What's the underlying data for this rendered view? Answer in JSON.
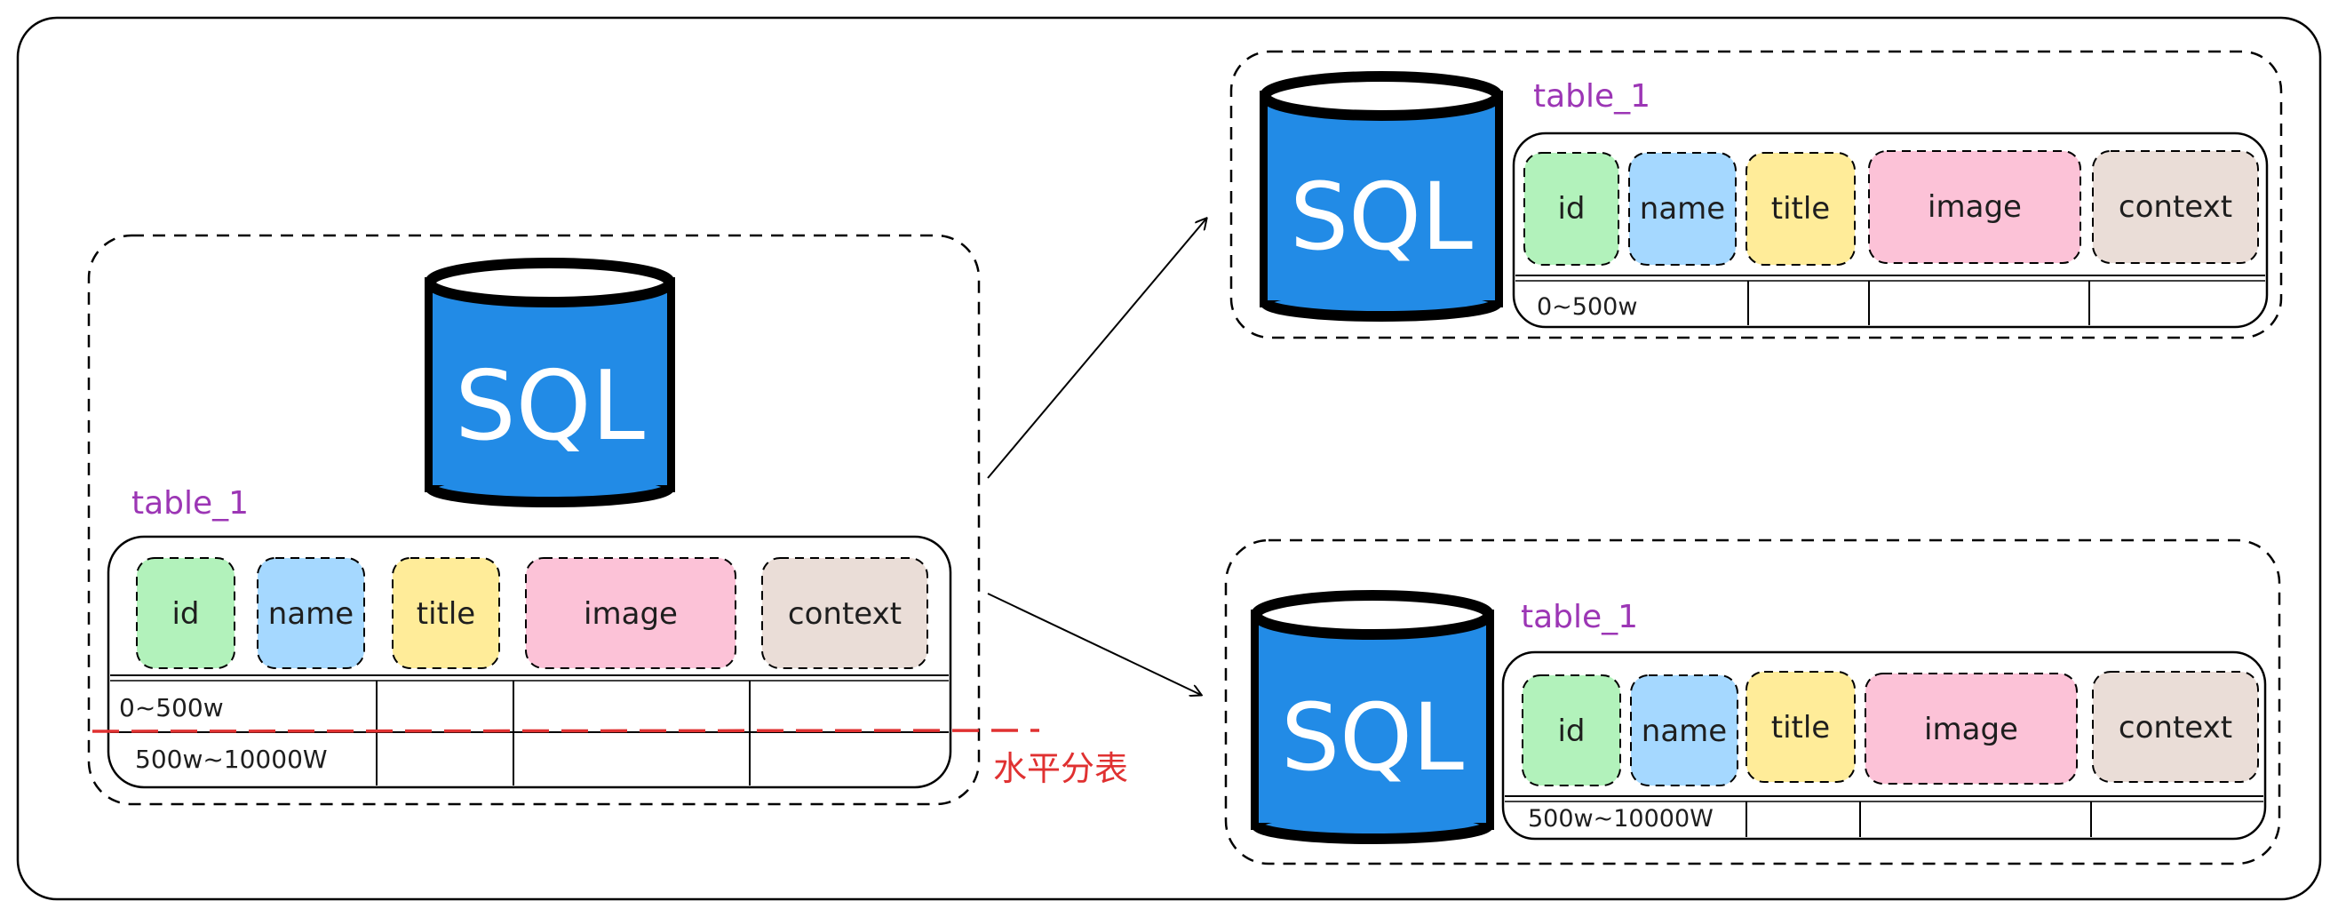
{
  "colors": {
    "db_fill": "#228be6",
    "db_stroke": "#000000",
    "table_label": "#9c36b5",
    "split_line": "#e03131",
    "col_id": "#b2f2bb",
    "col_name": "#a5d8ff",
    "col_title": "#ffec99",
    "col_image": "#fcc2d7",
    "col_context": "#eaddd7"
  },
  "source": {
    "db_label": "SQL",
    "table_name": "table_1",
    "columns": [
      "id",
      "name",
      "title",
      "image",
      "context"
    ],
    "rows": [
      "0~500w",
      "500w~10000W"
    ],
    "split_label": "水平分表"
  },
  "shard_top": {
    "db_label": "SQL",
    "table_name": "table_1",
    "columns": [
      "id",
      "name",
      "title",
      "image",
      "context"
    ],
    "rows": [
      "0~500w"
    ]
  },
  "shard_bottom": {
    "db_label": "SQL",
    "table_name": "table_1",
    "columns": [
      "id",
      "name",
      "title",
      "image",
      "context"
    ],
    "rows": [
      "500w~10000W"
    ]
  }
}
